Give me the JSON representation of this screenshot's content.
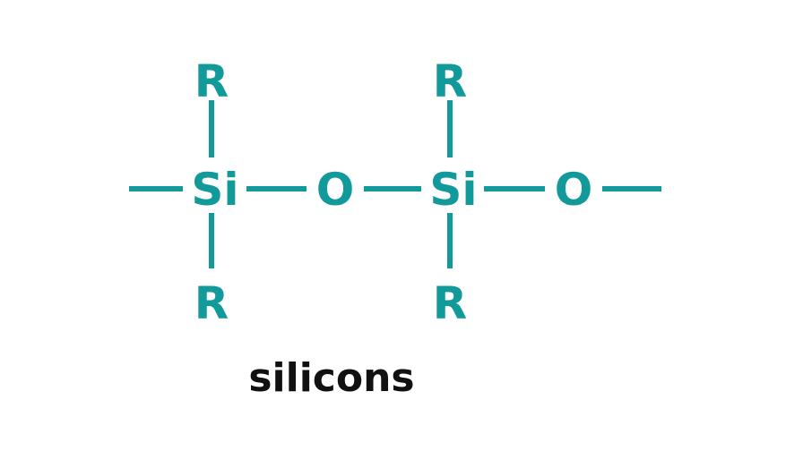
{
  "colors": {
    "structure": "#12999a",
    "caption": "#111111",
    "background": "#ffffff"
  },
  "structure": {
    "si1": "Si",
    "o1": "O",
    "si2": "Si",
    "o2": "O",
    "r_top_1": "R",
    "r_bottom_1": "R",
    "r_top_2": "R",
    "r_bottom_2": "R"
  },
  "caption": "silicons"
}
